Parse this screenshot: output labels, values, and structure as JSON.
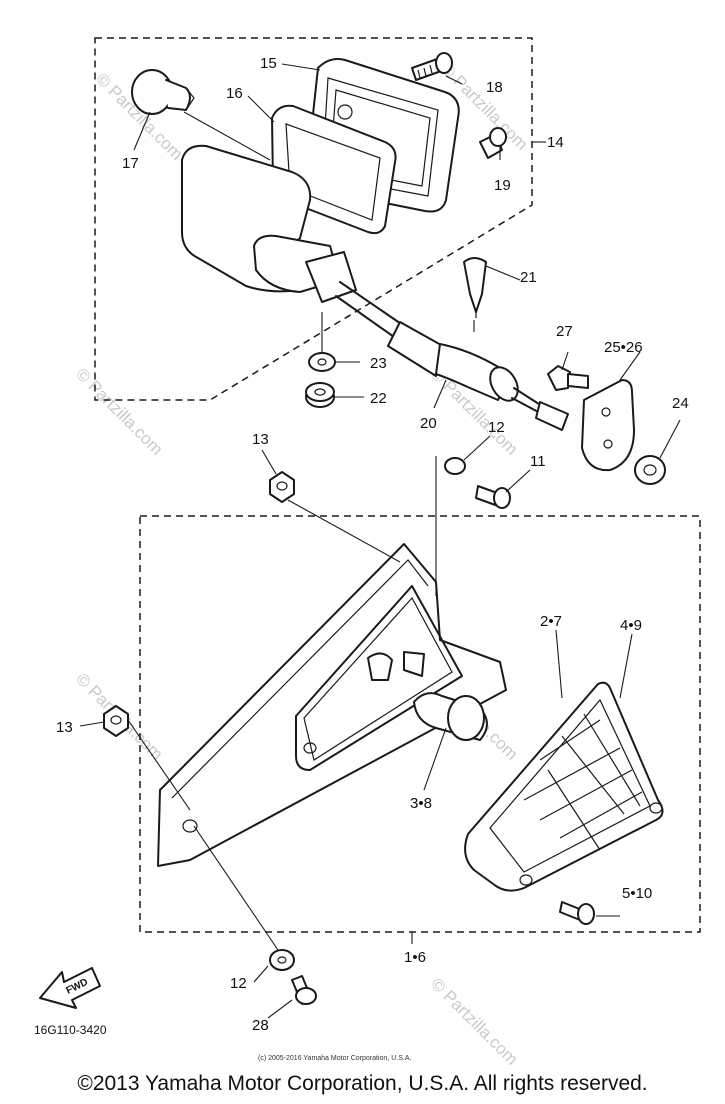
{
  "callouts": {
    "c1": "15",
    "c2": "16",
    "c3": "17",
    "c4": "18",
    "c5": "14",
    "c6": "19",
    "c7": "21",
    "c8": "23",
    "c9": "22",
    "c10": "27",
    "c11": "25•26",
    "c12": "20",
    "c13": "24",
    "c14": "13",
    "c15": "12",
    "c16": "11",
    "c17": "2•7",
    "c18": "4•9",
    "c19": "13",
    "c20": "3•8",
    "c21": "5•10",
    "c22": "1•6",
    "c23": "12",
    "c24": "28"
  },
  "diagram_code": "16G110-3420",
  "fwd_label": "FWD",
  "small_copyright": "(c) 2005-2016 Yamaha Motor Corporation, U.S.A.",
  "watermark": "© Partzilla.com",
  "copyright": "©2013 Yamaha Motor Corporation, U.S.A. All rights reserved."
}
